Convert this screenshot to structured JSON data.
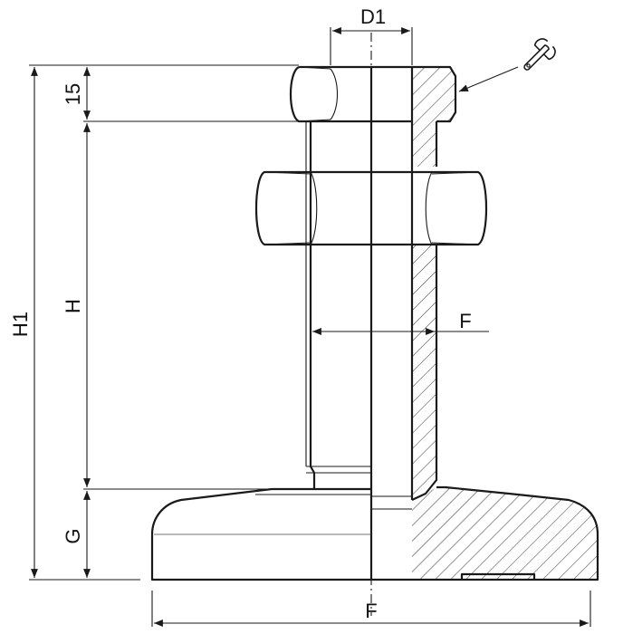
{
  "labels": {
    "d1": "D1",
    "h1": "H1",
    "h": "H",
    "g": "G",
    "top_dim": "15",
    "f_right": "F",
    "f_bottom": "F"
  },
  "icons": {
    "tool": "wrench-icon"
  }
}
